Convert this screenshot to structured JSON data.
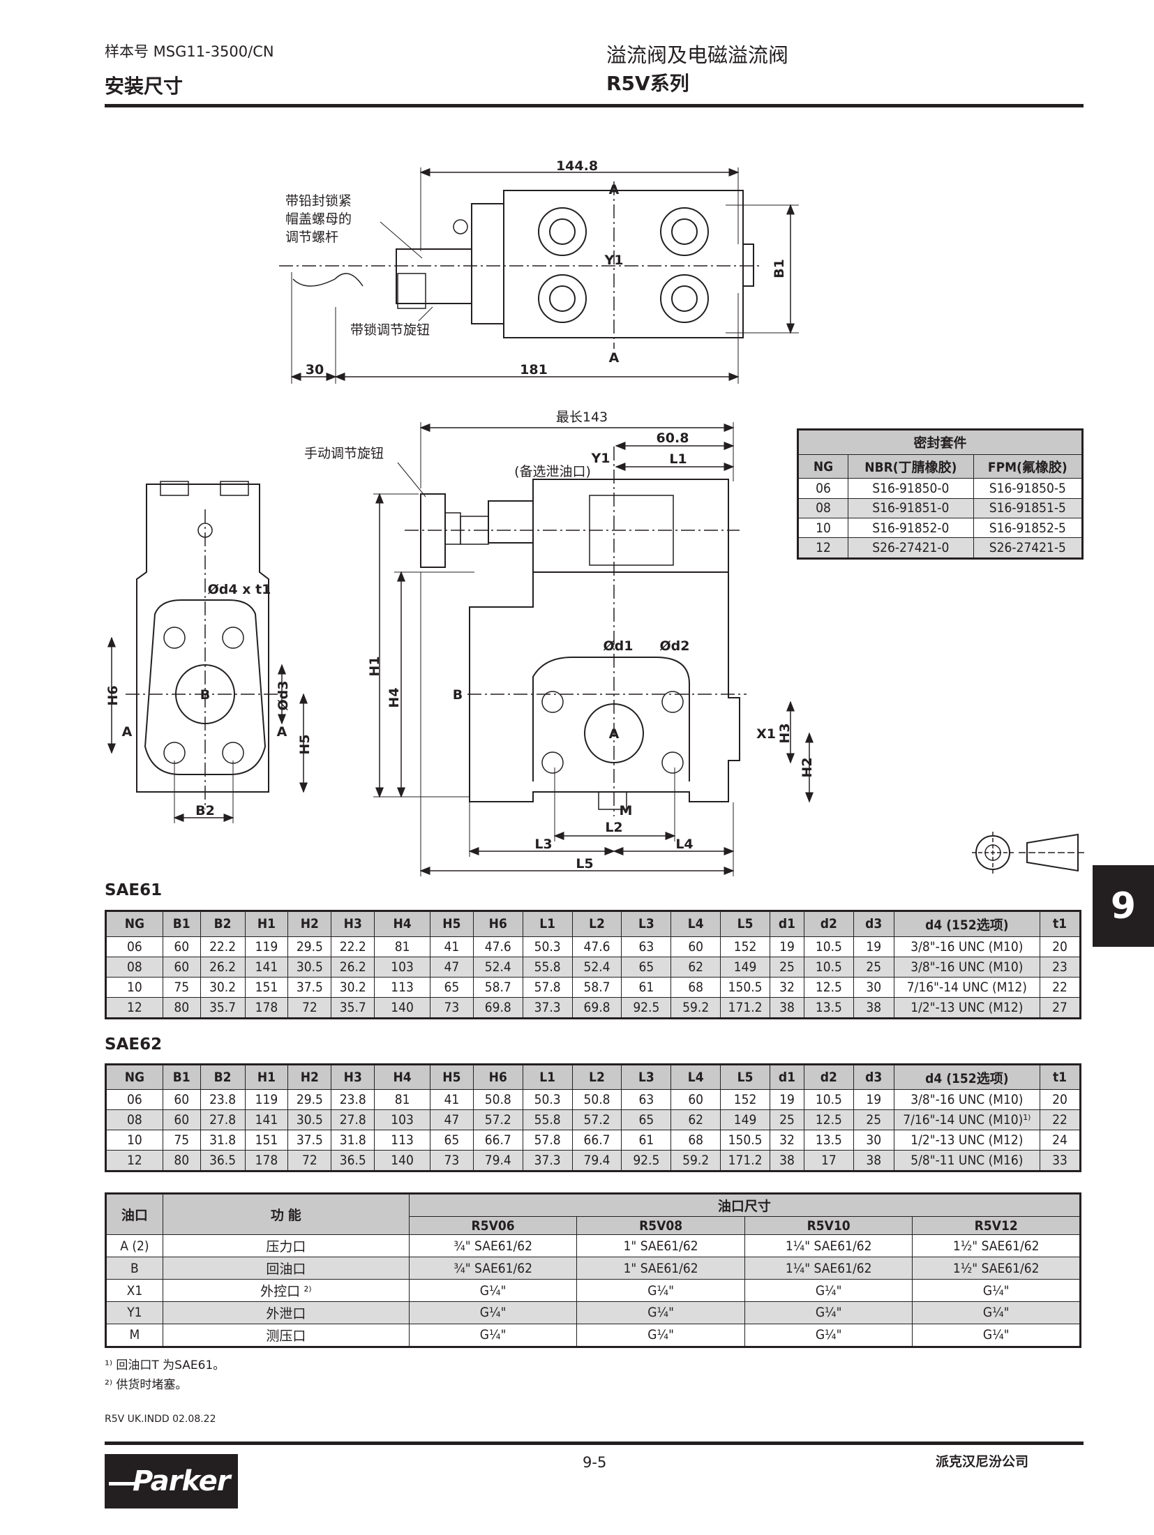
{
  "header": {
    "catalog_no": "样本号  MSG11-3500/CN",
    "section_title": "安装尺寸",
    "product_title": "溢流阀及电磁溢流阀",
    "series": "R5V系列"
  },
  "drawings": {
    "top_view": {
      "dim_width": "144.8",
      "port_a_top": "A",
      "port_y1": "Y1",
      "port_a_bottom": "A",
      "dim_b1": "B1",
      "dim_30": "30",
      "dim_181": "181",
      "label_screw_line1": "带铅封锁紧",
      "label_screw_line2": "帽盖螺母的",
      "label_screw_line3": "调节螺杆",
      "label_lock_knob": "带锁调节旋钮"
    },
    "front_view": {
      "d4_t1": "Ød4 x t1",
      "h6": "H6",
      "port_b": "B",
      "d3": "Ød3",
      "a_left": "A",
      "a_right": "A",
      "h5": "H5",
      "b2": "B2"
    },
    "side_view": {
      "max_length": "最长143",
      "dim_60_8": "60.8",
      "y1": "Y1",
      "l1": "L1",
      "optional_drain": "(备选泄油口)",
      "manual_knob": "手动调节旋钮",
      "h1": "H1",
      "h4": "H4",
      "b": "B",
      "d1": "Ød1",
      "d2": "Ød2",
      "port_a": "A",
      "x1": "X1",
      "h3": "H3",
      "h2": "H2",
      "m": "M",
      "l2": "L2",
      "l3": "L3",
      "l4": "L4",
      "l5": "L5"
    }
  },
  "seal_kit": {
    "title": "密封套件",
    "headers": [
      "NG",
      "NBR(丁腈橡胶)",
      "FPM(氟橡胶)"
    ],
    "rows": [
      [
        "06",
        "S16-91850-0",
        "S16-91850-5"
      ],
      [
        "08",
        "S16-91851-0",
        "S16-91851-5"
      ],
      [
        "10",
        "S16-91852-0",
        "S16-91852-5"
      ],
      [
        "12",
        "S26-27421-0",
        "S26-27421-5"
      ]
    ]
  },
  "chapter_tab": "9",
  "sae61": {
    "title": "SAE61",
    "headers": [
      "NG",
      "B1",
      "B2",
      "H1",
      "H2",
      "H3",
      "H4",
      "H5",
      "H6",
      "L1",
      "L2",
      "L3",
      "L4",
      "L5",
      "d1",
      "d2",
      "d3",
      "d4 (152选项)",
      "t1"
    ],
    "rows": [
      [
        "06",
        "60",
        "22.2",
        "119",
        "29.5",
        "22.2",
        "81",
        "41",
        "47.6",
        "50.3",
        "47.6",
        "63",
        "60",
        "152",
        "19",
        "10.5",
        "19",
        "3/8\"-16 UNC (M10)",
        "20"
      ],
      [
        "08",
        "60",
        "26.2",
        "141",
        "30.5",
        "26.2",
        "103",
        "47",
        "52.4",
        "55.8",
        "52.4",
        "65",
        "62",
        "149",
        "25",
        "10.5",
        "25",
        "3/8\"-16 UNC (M10)",
        "23"
      ],
      [
        "10",
        "75",
        "30.2",
        "151",
        "37.5",
        "30.2",
        "113",
        "65",
        "58.7",
        "57.8",
        "58.7",
        "61",
        "68",
        "150.5",
        "32",
        "12.5",
        "30",
        "7/16\"-14 UNC (M12)",
        "22"
      ],
      [
        "12",
        "80",
        "35.7",
        "178",
        "72",
        "35.7",
        "140",
        "73",
        "69.8",
        "37.3",
        "69.8",
        "92.5",
        "59.2",
        "171.2",
        "38",
        "13.5",
        "38",
        "1/2\"-13 UNC (M12)",
        "27"
      ]
    ]
  },
  "sae62": {
    "title": "SAE62",
    "headers": [
      "NG",
      "B1",
      "B2",
      "H1",
      "H2",
      "H3",
      "H4",
      "H5",
      "H6",
      "L1",
      "L2",
      "L3",
      "L4",
      "L5",
      "d1",
      "d2",
      "d3",
      "d4 (152选项)",
      "t1"
    ],
    "rows": [
      [
        "06",
        "60",
        "23.8",
        "119",
        "29.5",
        "23.8",
        "81",
        "41",
        "50.8",
        "50.3",
        "50.8",
        "63",
        "60",
        "152",
        "19",
        "10.5",
        "19",
        "3/8\"-16 UNC (M10)",
        "20"
      ],
      [
        "08",
        "60",
        "27.8",
        "141",
        "30.5",
        "27.8",
        "103",
        "47",
        "57.2",
        "55.8",
        "57.2",
        "65",
        "62",
        "149",
        "25",
        "12.5",
        "25",
        "7/16\"-14 UNC (M10)¹⁾",
        "22"
      ],
      [
        "10",
        "75",
        "31.8",
        "151",
        "37.5",
        "31.8",
        "113",
        "65",
        "66.7",
        "57.8",
        "66.7",
        "61",
        "68",
        "150.5",
        "32",
        "13.5",
        "30",
        "1/2\"-13 UNC (M12)",
        "24"
      ],
      [
        "12",
        "80",
        "36.5",
        "178",
        "72",
        "36.5",
        "140",
        "73",
        "79.4",
        "37.3",
        "79.4",
        "92.5",
        "59.2",
        "171.2",
        "38",
        "17",
        "38",
        "5/8\"-11 UNC (M16)",
        "33"
      ]
    ]
  },
  "ports": {
    "col_port": "油口",
    "col_function": "功  能",
    "col_size": "油口尺寸",
    "models": [
      "R5V06",
      "R5V08",
      "R5V10",
      "R5V12"
    ],
    "rows": [
      [
        "A (2)",
        "压力口",
        "¾\" SAE61/62",
        "1\" SAE61/62",
        "1¼\" SAE61/62",
        "1½\" SAE61/62"
      ],
      [
        "B",
        "回油口",
        "¾\" SAE61/62",
        "1\" SAE61/62",
        "1¼\" SAE61/62",
        "1½\" SAE61/62"
      ],
      [
        "X1",
        "外控口 ²⁾",
        "G¼\"",
        "G¼\"",
        "G¼\"",
        "G¼\""
      ],
      [
        "Y1",
        "外泄口",
        "G¼\"",
        "G¼\"",
        "G¼\"",
        "G¼\""
      ],
      [
        "M",
        "测压口",
        "G¼\"",
        "G¼\"",
        "G¼\"",
        "G¼\""
      ]
    ]
  },
  "footnotes": [
    "¹⁾ 回油口T 为SAE61。",
    "²⁾ 供货时堵塞。"
  ],
  "file_ref": "R5V UK.INDD 02.08.22",
  "footer": {
    "page_number": "9-5",
    "company": "派克汉尼汾公司",
    "logo_text": "Parker"
  }
}
